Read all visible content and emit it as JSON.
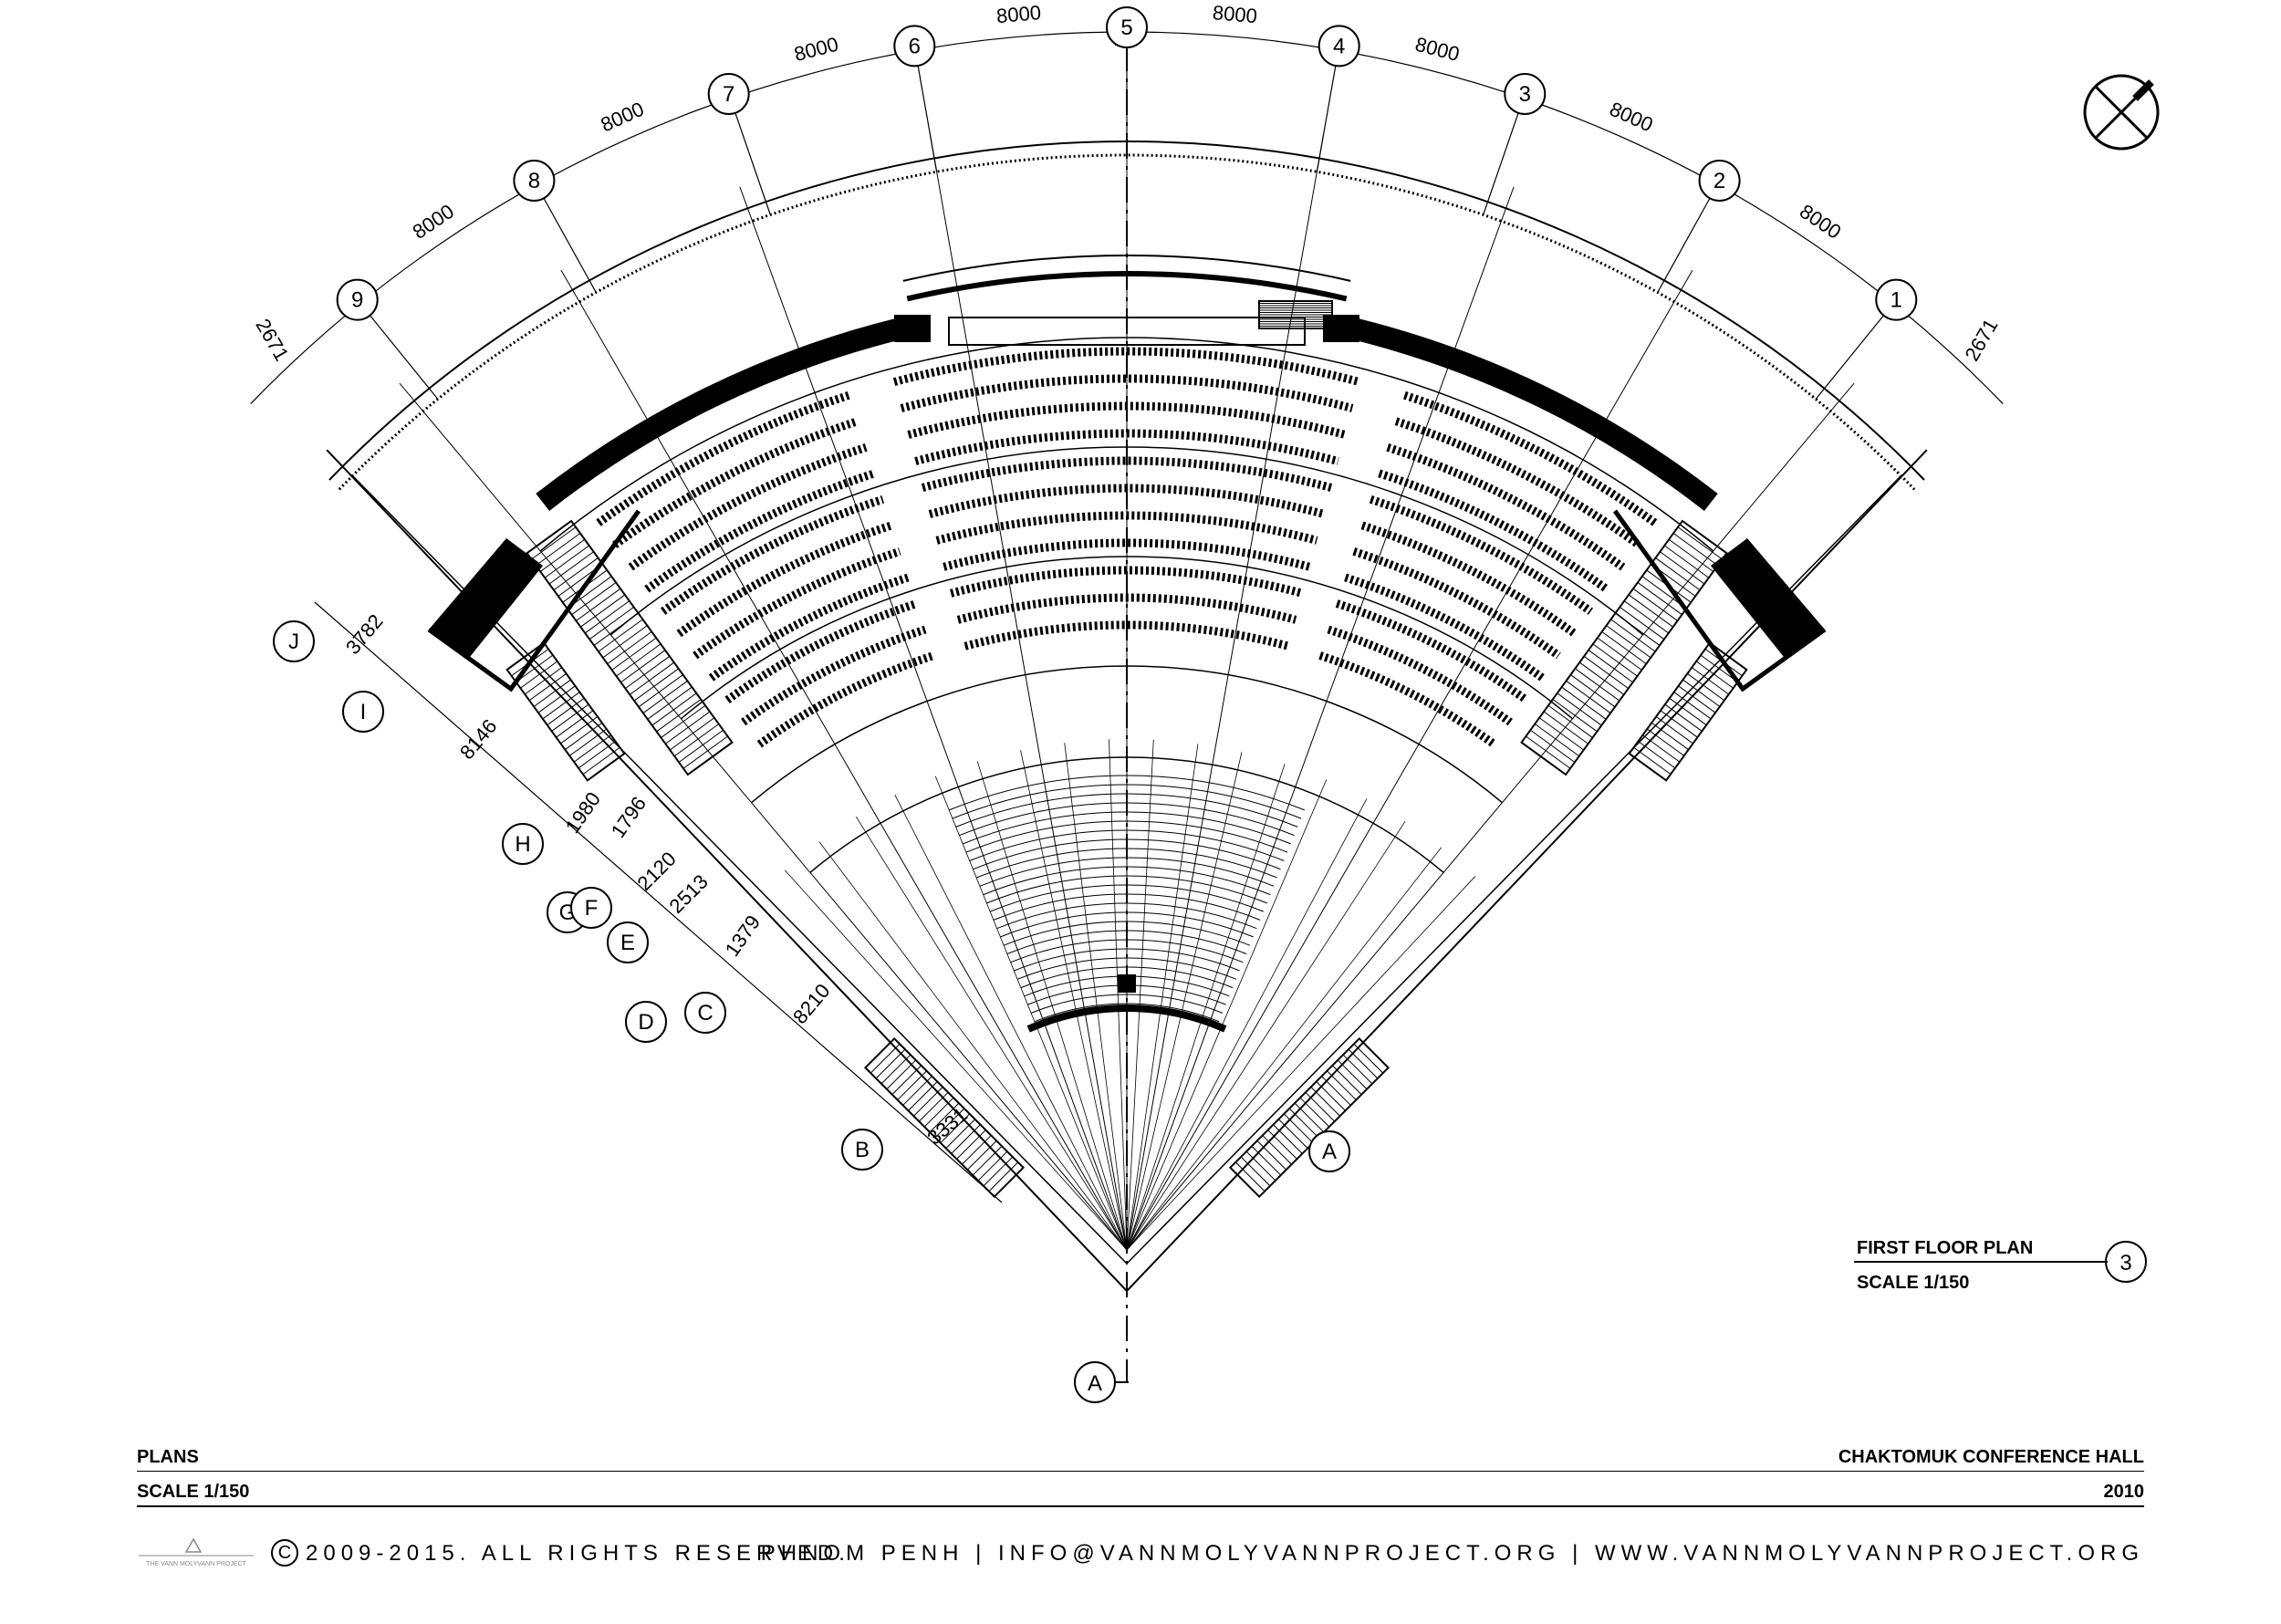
{
  "grid_numbers": [
    "1",
    "2",
    "3",
    "4",
    "5",
    "6",
    "7",
    "8",
    "9"
  ],
  "grid_letters_left": [
    "J",
    "I",
    "H",
    "G",
    "F",
    "E",
    "D",
    "C",
    "B"
  ],
  "grid_letter_right": "A",
  "section_mark": "A",
  "arc_dims": [
    "8000",
    "8000",
    "8000",
    "8000",
    "8000",
    "8000",
    "8000",
    "8000"
  ],
  "end_dims": [
    "2671",
    "2671"
  ],
  "left_dims": [
    "3782",
    "8146",
    "1980",
    "1796",
    "2120",
    "2513",
    "1379",
    "8210",
    "3331"
  ],
  "title_block": {
    "plan_title": "FIRST FLOOR PLAN",
    "plan_scale": "SCALE  1/150",
    "plan_number": "3"
  },
  "footer": {
    "left_title": "PLANS",
    "left_scale": "SCALE  1/150",
    "project": "CHAKTOMUK CONFERENCE HALL",
    "year": "2010",
    "copyright_symbol": "C",
    "copyright": "2009-2015. ALL RIGHTS RESERVED.",
    "contact": "PHNOM PENH | INFO@VANNMOLYVANNPROJECT.ORG | WWW.VANNMOLYVANNPROJECT.ORG",
    "logo_text": "THE VANN MOLYVANN PROJECT"
  }
}
